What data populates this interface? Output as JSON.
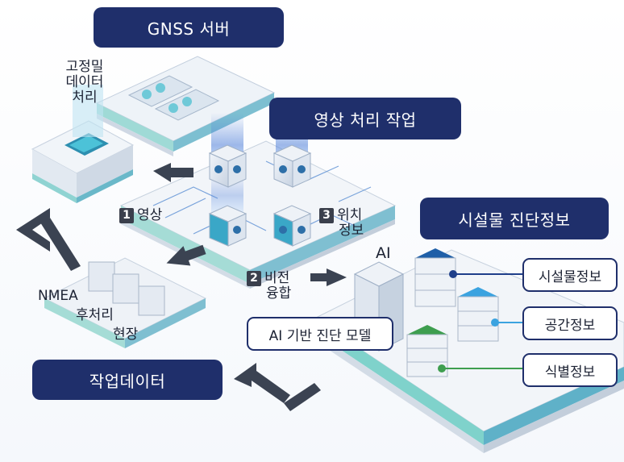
{
  "titles": {
    "gnss": "GNSS 서버",
    "video": "영상 처리 작업",
    "facility": "시설물 진단정보",
    "workdata": "작업데이터"
  },
  "labels": {
    "chip": [
      "고정밀",
      "데이터",
      "처리"
    ],
    "ai": "AI",
    "nmea": "NMEA",
    "postprocess": "후처리",
    "site": "현장"
  },
  "steps": [
    {
      "num": "1",
      "text": [
        "영상"
      ]
    },
    {
      "num": "2",
      "text": [
        "비전",
        "융합"
      ]
    },
    {
      "num": "3",
      "text": [
        "위치",
        "정보"
      ]
    }
  ],
  "boxes": {
    "ai_model": "AI 기반 진단 모델",
    "facility_info": "시설물정보",
    "spatial_info": "공간정보",
    "id_info": "식별정보"
  },
  "colors": {
    "navy": "#1f2f6b",
    "dark_blue": "#1f3f8a",
    "light_blue": "#3ba3e0",
    "green": "#3e9e4f"
  }
}
